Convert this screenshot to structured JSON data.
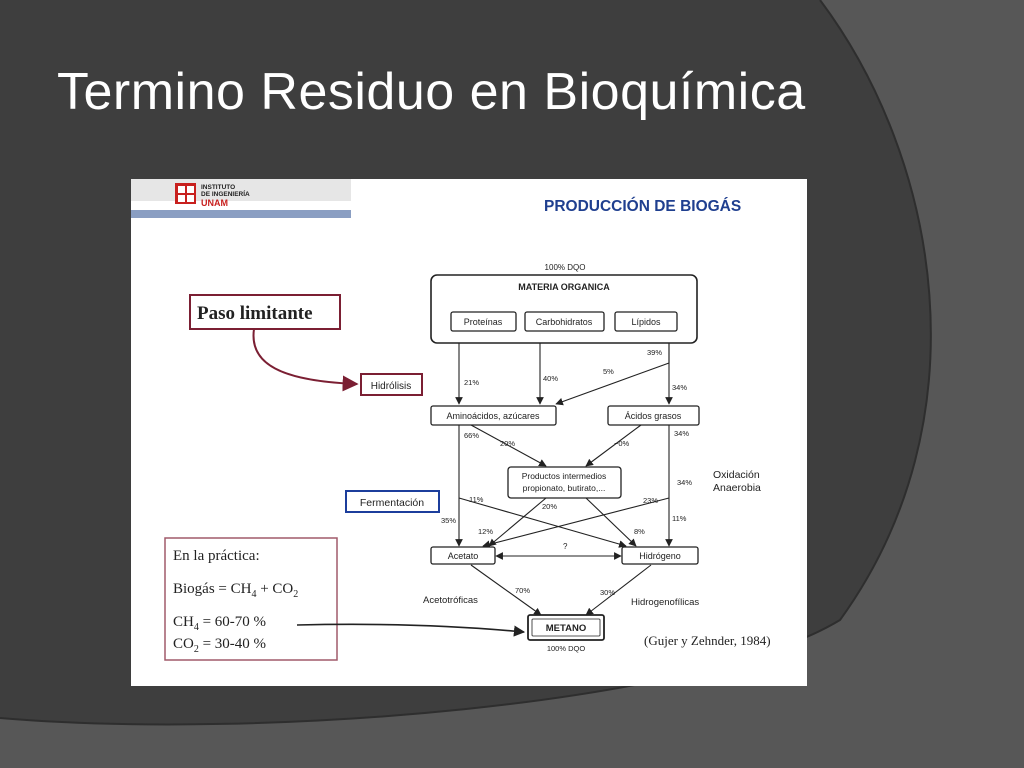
{
  "slide": {
    "title": "Termino Residuo en Bioquímica"
  },
  "header": {
    "institute_line1": "INSTITUTO",
    "institute_line2": "DE INGENIERÍA",
    "institute_line3": "UNAM",
    "title": "PRODUCCIÓN DE BIOGÁS"
  },
  "diagram": {
    "top_label": "100% DQO",
    "materia": "MATERIA ORGANICA",
    "proteinas": "Proteínas",
    "carbohidratos": "Carbohidratos",
    "lipidos": "Lípidos",
    "aminoacidos": "Aminoácidos, azúcares",
    "acidos_grasos": "Ácidos grasos",
    "intermedios_line1": "Productos intermedios",
    "intermedios_line2": "propionato, butirato,...",
    "acetato": "Acetato",
    "hidrogeno": "Hidrógeno",
    "metano": "METANO",
    "bottom_label": "100% DQO",
    "acetotroficas": "Acetotróficas",
    "hidrogenofilicas": "Hidrogenofílicas",
    "oxidacion_line1": "Oxidación",
    "oxidacion_line2": "Anaerobia",
    "question": "?",
    "pct": {
      "p21": "21%",
      "p40": "40%",
      "p5": "5%",
      "p39": "39%",
      "p34a": "34%",
      "p66": "66%",
      "p20a": "20%",
      "p0": "~0%",
      "p34b": "34%",
      "p34c": "34%",
      "p11a": "11%",
      "p20b": "20%",
      "p23": "23%",
      "p35": "35%",
      "p12": "12%",
      "p8": "8%",
      "p11b": "11%",
      "p70": "70%",
      "p30": "30%"
    }
  },
  "callouts": {
    "paso_limitante": "Paso limitante",
    "hidrolisis": "Hidrólisis",
    "fermentacion": "Fermentación",
    "citation": "(Gujer y Zehnder, 1984)"
  },
  "practice_box": {
    "heading": "En la práctica:",
    "biogas_prefix": "Biogás = CH",
    "biogas_sub1": "4",
    "biogas_mid": " + CO",
    "biogas_sub2": "2",
    "ch4_prefix": "CH",
    "ch4_sub": "4",
    "ch4_value": " = 60-70 %",
    "co2_prefix": "CO",
    "co2_sub": "2",
    "co2_value": " = 30-40 %"
  },
  "colors": {
    "background": "#3e3e3e",
    "curve": "#555555",
    "hidrolisis_border": "#7b1f33",
    "fermentacion_border": "#1c3e9c",
    "header_blue": "#1f3f8f",
    "logo_red": "#c8201e"
  }
}
